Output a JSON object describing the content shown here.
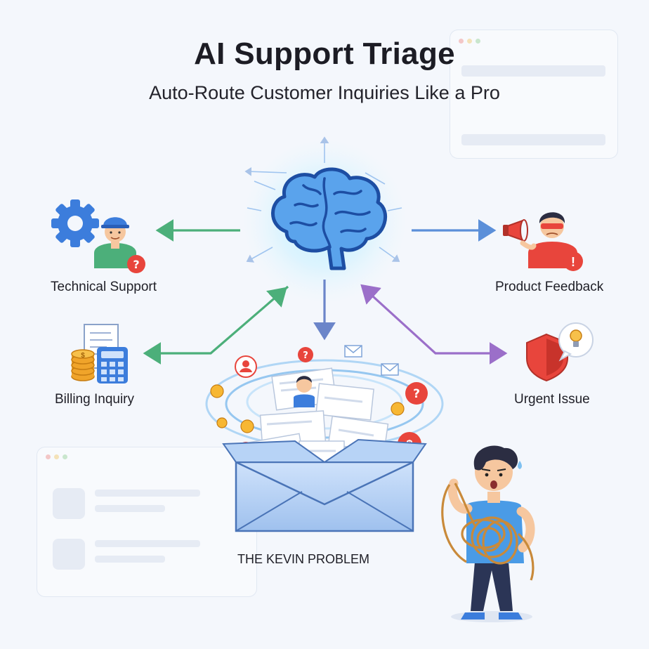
{
  "header": {
    "title": "AI Support Triage",
    "subtitle": "Auto-Route Customer Inquiries Like a Pro"
  },
  "categories": [
    {
      "label": "Technical Support",
      "icon": "gear-agent-icon",
      "color": "#4caf7a"
    },
    {
      "label": "Billing Inquiry",
      "icon": "coins-calculator-icon",
      "color": "#4caf7a"
    },
    {
      "label": "Product Feedback",
      "icon": "megaphone-person-icon",
      "color": "#5b8fd9"
    },
    {
      "label": "Urgent Issue",
      "icon": "shield-alert-icon",
      "color": "#9b6fc9"
    }
  ],
  "center": {
    "icon": "brain-icon"
  },
  "problem": {
    "label": "THE KEVIN PROBLEM",
    "icon": "overflowing-inbox-icon"
  },
  "person": {
    "icon": "tangled-rope-person-icon"
  }
}
